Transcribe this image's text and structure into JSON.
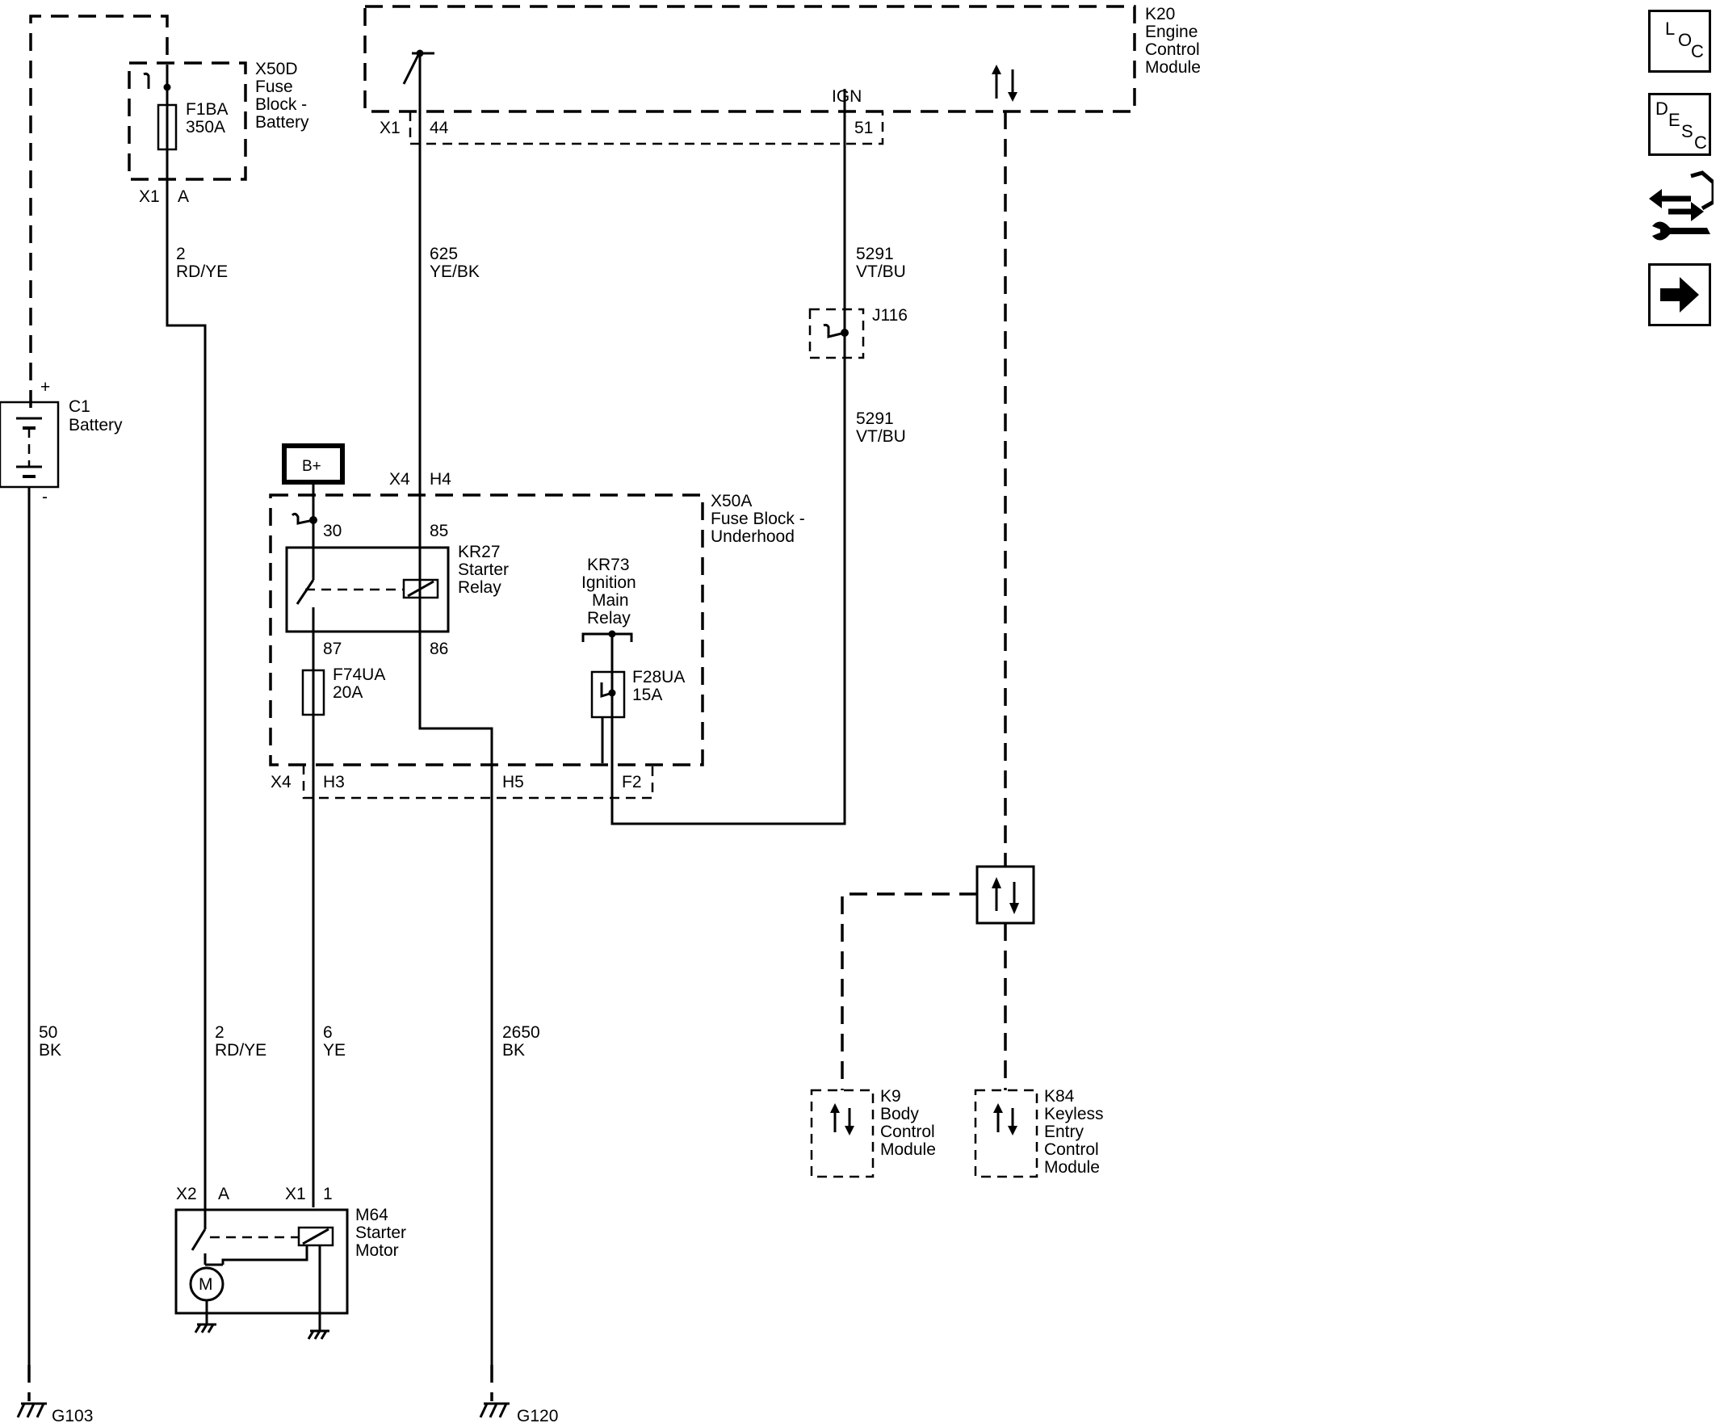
{
  "sidebar": {
    "loc": {
      "l1": "L",
      "l2": "O",
      "l3": "C"
    },
    "desc": {
      "l1": "D",
      "l2": "E",
      "l3": "S",
      "l4": "C"
    }
  },
  "modules": {
    "k20": {
      "id": "K20",
      "l1": "Engine",
      "l2": "Control",
      "l3": "Module",
      "ign": "IGN",
      "conn": "X1",
      "pin_a": "44",
      "pin_b": "51"
    },
    "x50d": {
      "id": "X50D",
      "l1": "Fuse",
      "l2": "Block -",
      "l3": "Battery",
      "fuse_id": "F1BA",
      "fuse_rating": "350A",
      "conn": "X1",
      "pin": "A"
    },
    "c1": {
      "id": "C1",
      "name": "Battery",
      "plus": "+",
      "minus": "-"
    },
    "bplus": {
      "label": "B+"
    },
    "x50a": {
      "id": "X50A",
      "l1": "Fuse Block -",
      "l2": "Underhood",
      "conn_top": "X4",
      "pin_top": "H4",
      "conn_bottom": "X4",
      "pin_h3": "H3",
      "pin_h5": "H5",
      "pin_f2": "F2"
    },
    "kr27": {
      "id": "KR27",
      "l1": "Starter",
      "l2": "Relay",
      "pin30": "30",
      "pin85": "85",
      "pin87": "87",
      "pin86": "86"
    },
    "kr73": {
      "id": "KR73",
      "l1": "Ignition",
      "l2": "Main",
      "l3": "Relay"
    },
    "f74ua": {
      "id": "F74UA",
      "rating": "20A"
    },
    "f28ua": {
      "id": "F28UA",
      "rating": "15A"
    },
    "j116": {
      "id": "J116"
    },
    "m64": {
      "id": "M64",
      "l1": "Starter",
      "l2": "Motor",
      "conn_a": "X2",
      "pin_a": "A",
      "conn_b": "X1",
      "pin_b": "1",
      "motor": "M"
    },
    "k9": {
      "id": "K9",
      "l1": "Body",
      "l2": "Control",
      "l3": "Module"
    },
    "k84": {
      "id": "K84",
      "l1": "Keyless",
      "l2": "Entry",
      "l3": "Control",
      "l4": "Module"
    },
    "grounds": {
      "g103": "G103",
      "g120": "G120"
    }
  },
  "wires": {
    "w2_top": {
      "num": "2",
      "color": "RD/YE"
    },
    "w625": {
      "num": "625",
      "color": "YE/BK"
    },
    "w5291_top": {
      "num": "5291",
      "color": "VT/BU"
    },
    "w5291_bot": {
      "num": "5291",
      "color": "VT/BU"
    },
    "w50": {
      "num": "50",
      "color": "BK"
    },
    "w2_bot": {
      "num": "2",
      "color": "RD/YE"
    },
    "w6": {
      "num": "6",
      "color": "YE"
    },
    "w2650": {
      "num": "2650",
      "color": "BK"
    }
  }
}
